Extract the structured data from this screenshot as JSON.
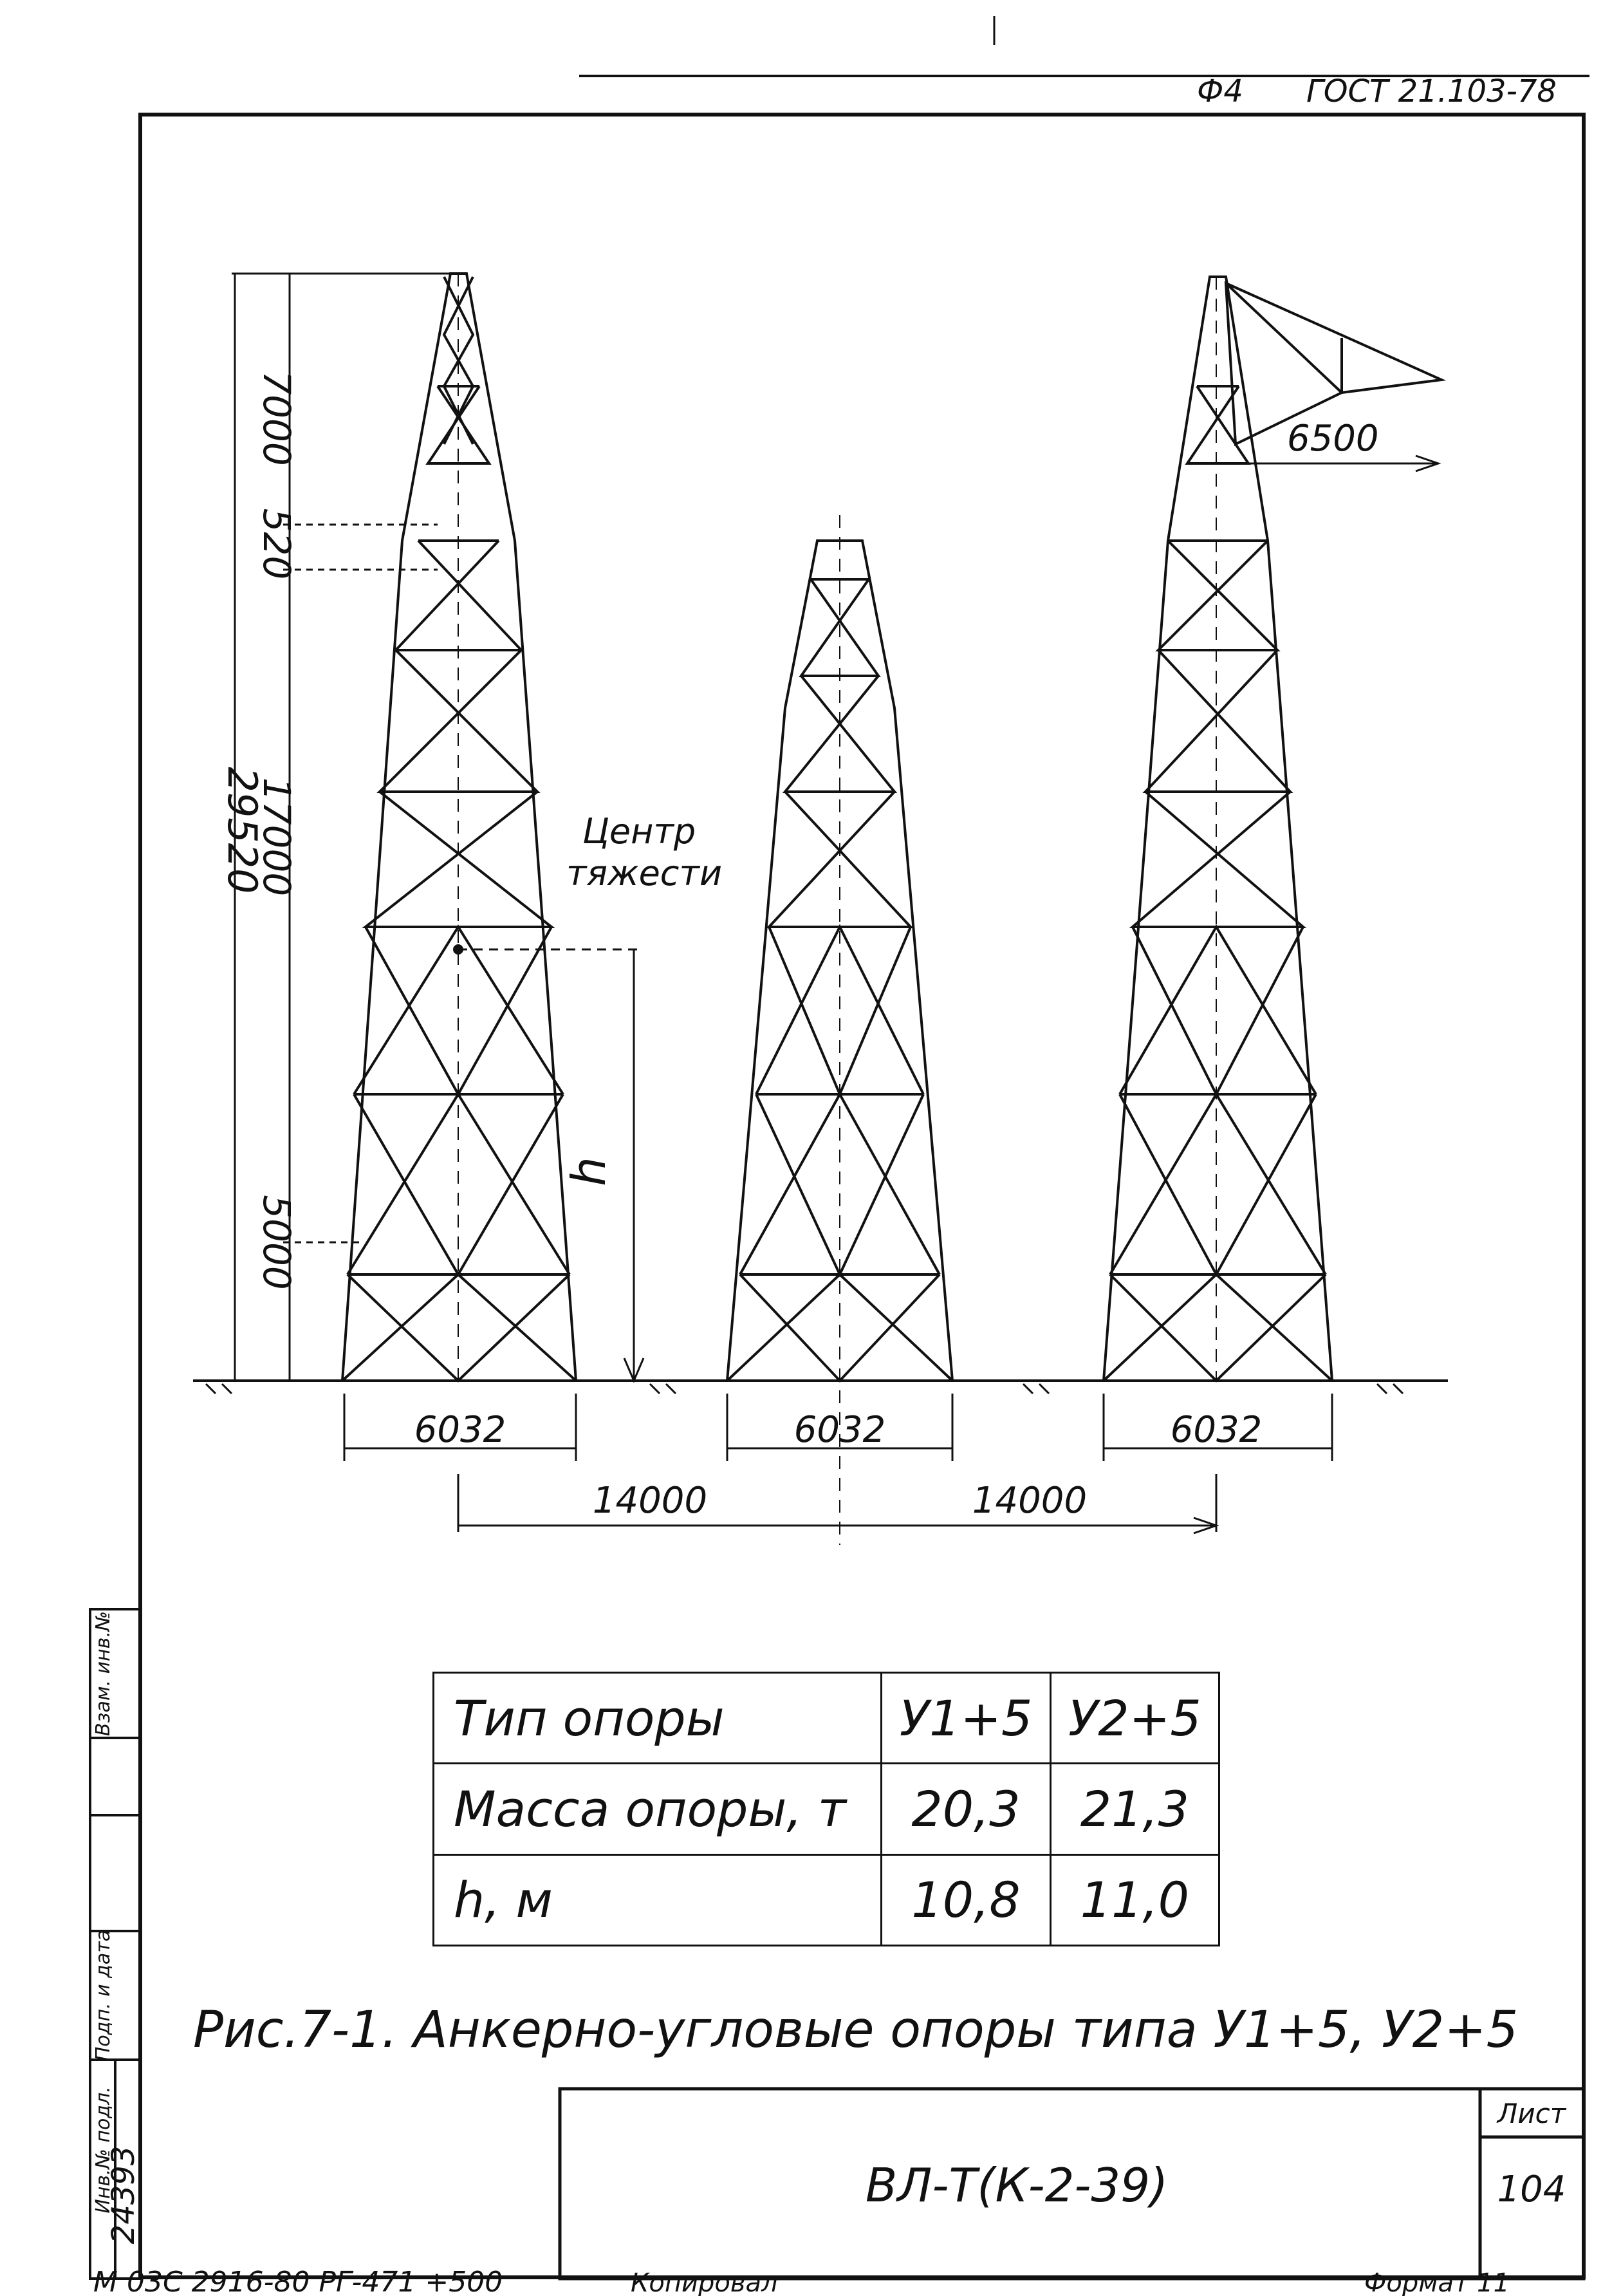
{
  "header": {
    "format_code": "Ф4",
    "standard": "ГОСТ 21.103-78"
  },
  "drawing": {
    "dims_vertical": [
      "29520",
      "7000",
      "520",
      "17000",
      "5000"
    ],
    "dim_arm": "6500",
    "dim_h": "h",
    "center_of_gravity": [
      "Центр",
      "тяжести"
    ],
    "base_widths": [
      "6032",
      "6032",
      "6032"
    ],
    "spacings": [
      "14000",
      "14000"
    ]
  },
  "table": {
    "headers": [
      "Тип опоры",
      "У1+5",
      "У2+5"
    ],
    "rows": [
      [
        "Масса опоры, т",
        "20,3",
        "21,3"
      ],
      [
        "h, м",
        "10,8",
        "11,0"
      ]
    ]
  },
  "caption": "Рис.7-1. Анкерно-угловые опоры типа У1+5, У2+5",
  "title_block": {
    "doc_code": "ВЛ-Т(К-2-39)",
    "sheet_label": "Лист",
    "sheet_number": "104"
  },
  "side_stamp": {
    "inv_label": "Инв.№ подл.",
    "inv_number": "24393",
    "sign_label": "Подп. и дата",
    "replace_label": "Взам. инв.№"
  },
  "footer": {
    "left_note": "М 03С 2916-80 РГ-471 +500",
    "copied": "Копировал",
    "format": "Формат 11"
  }
}
